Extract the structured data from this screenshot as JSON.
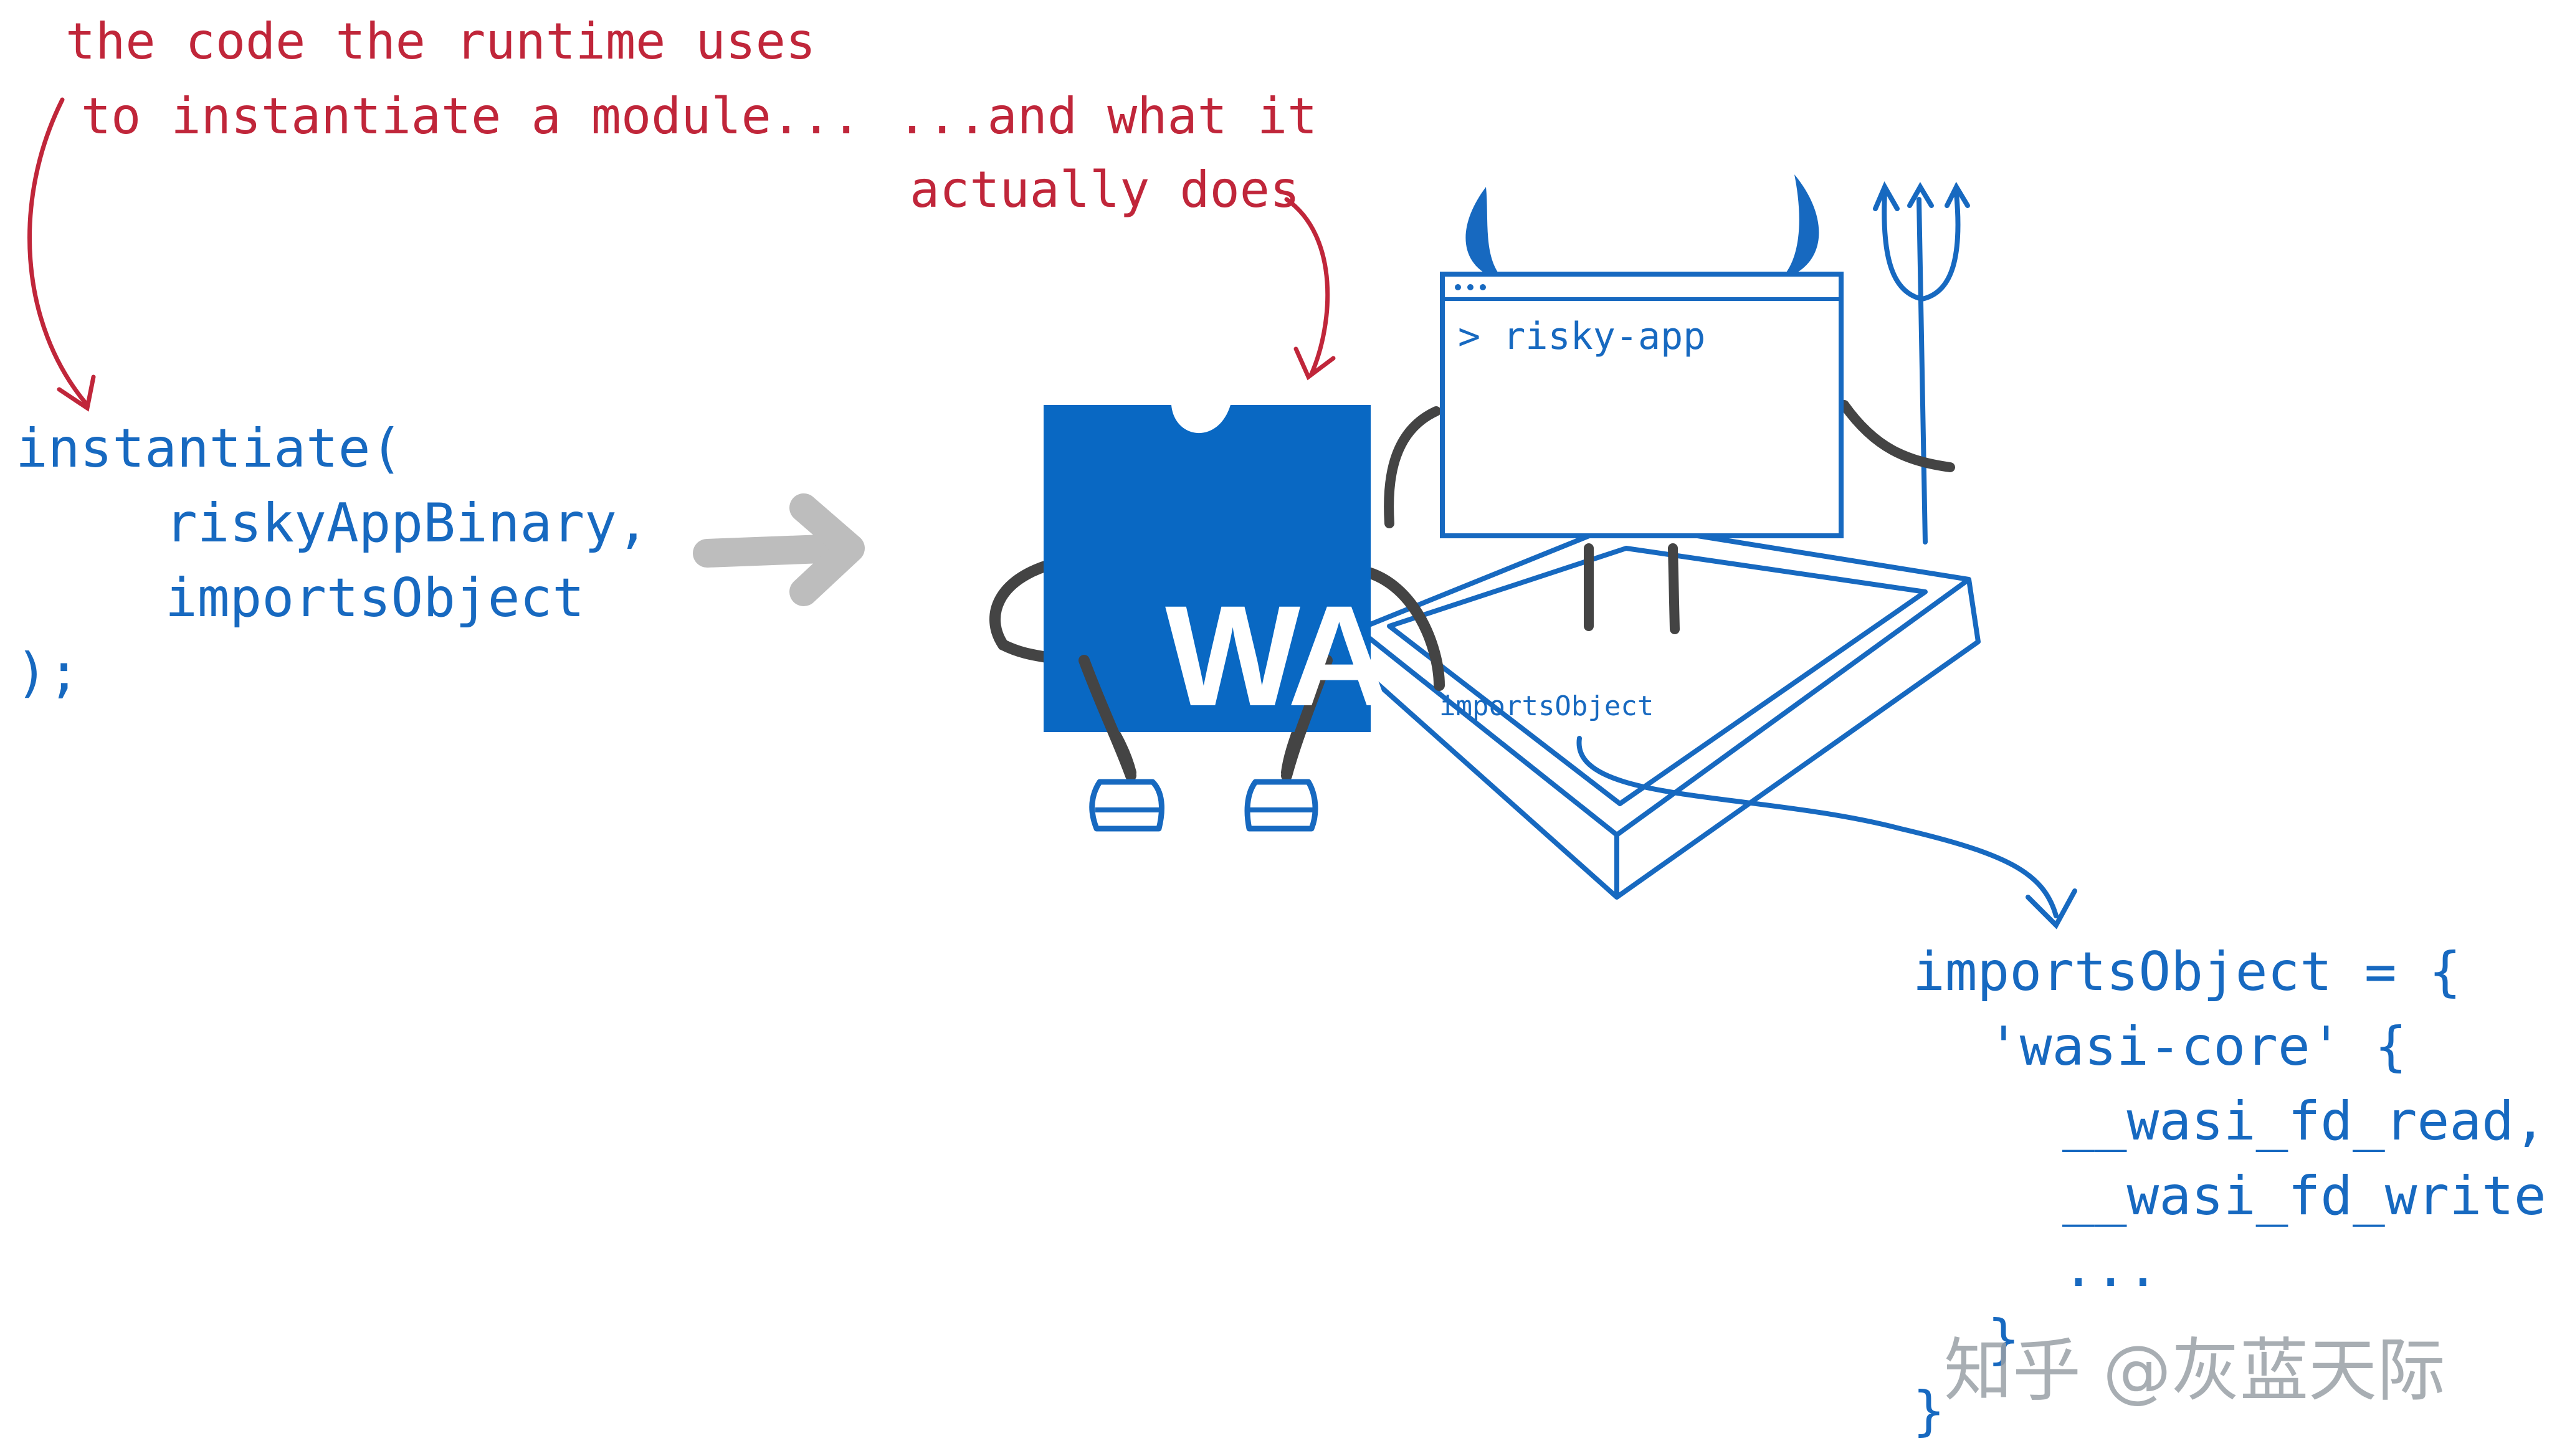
{
  "annotations": {
    "left_line1": "the code the runtime uses",
    "left_line2": "to instantiate a module...",
    "right_line1": "...and what it",
    "right_line2": "actually does"
  },
  "code_left": {
    "line1": "instantiate(",
    "line2": "riskyAppBinary,",
    "line3": "importsObject",
    "line4": ");"
  },
  "wasm_module": {
    "label": "WA"
  },
  "terminal": {
    "prompt": "> risky-app"
  },
  "platform": {
    "label": "importsObject"
  },
  "code_right": {
    "line1": "importsObject = {",
    "line2": "'wasi-core' {",
    "line3": "__wasi_fd_read,",
    "line4": "__wasi_fd_write,",
    "line5": "...",
    "line6": "}",
    "line7": "}"
  },
  "watermark": "知乎 @灰蓝天际",
  "colors": {
    "annotation_red": "#c0263a",
    "code_blue": "#1769c0",
    "module_fill": "#0968c3",
    "arrow_gray": "#bdbdbd",
    "limb_gray": "#444444"
  }
}
